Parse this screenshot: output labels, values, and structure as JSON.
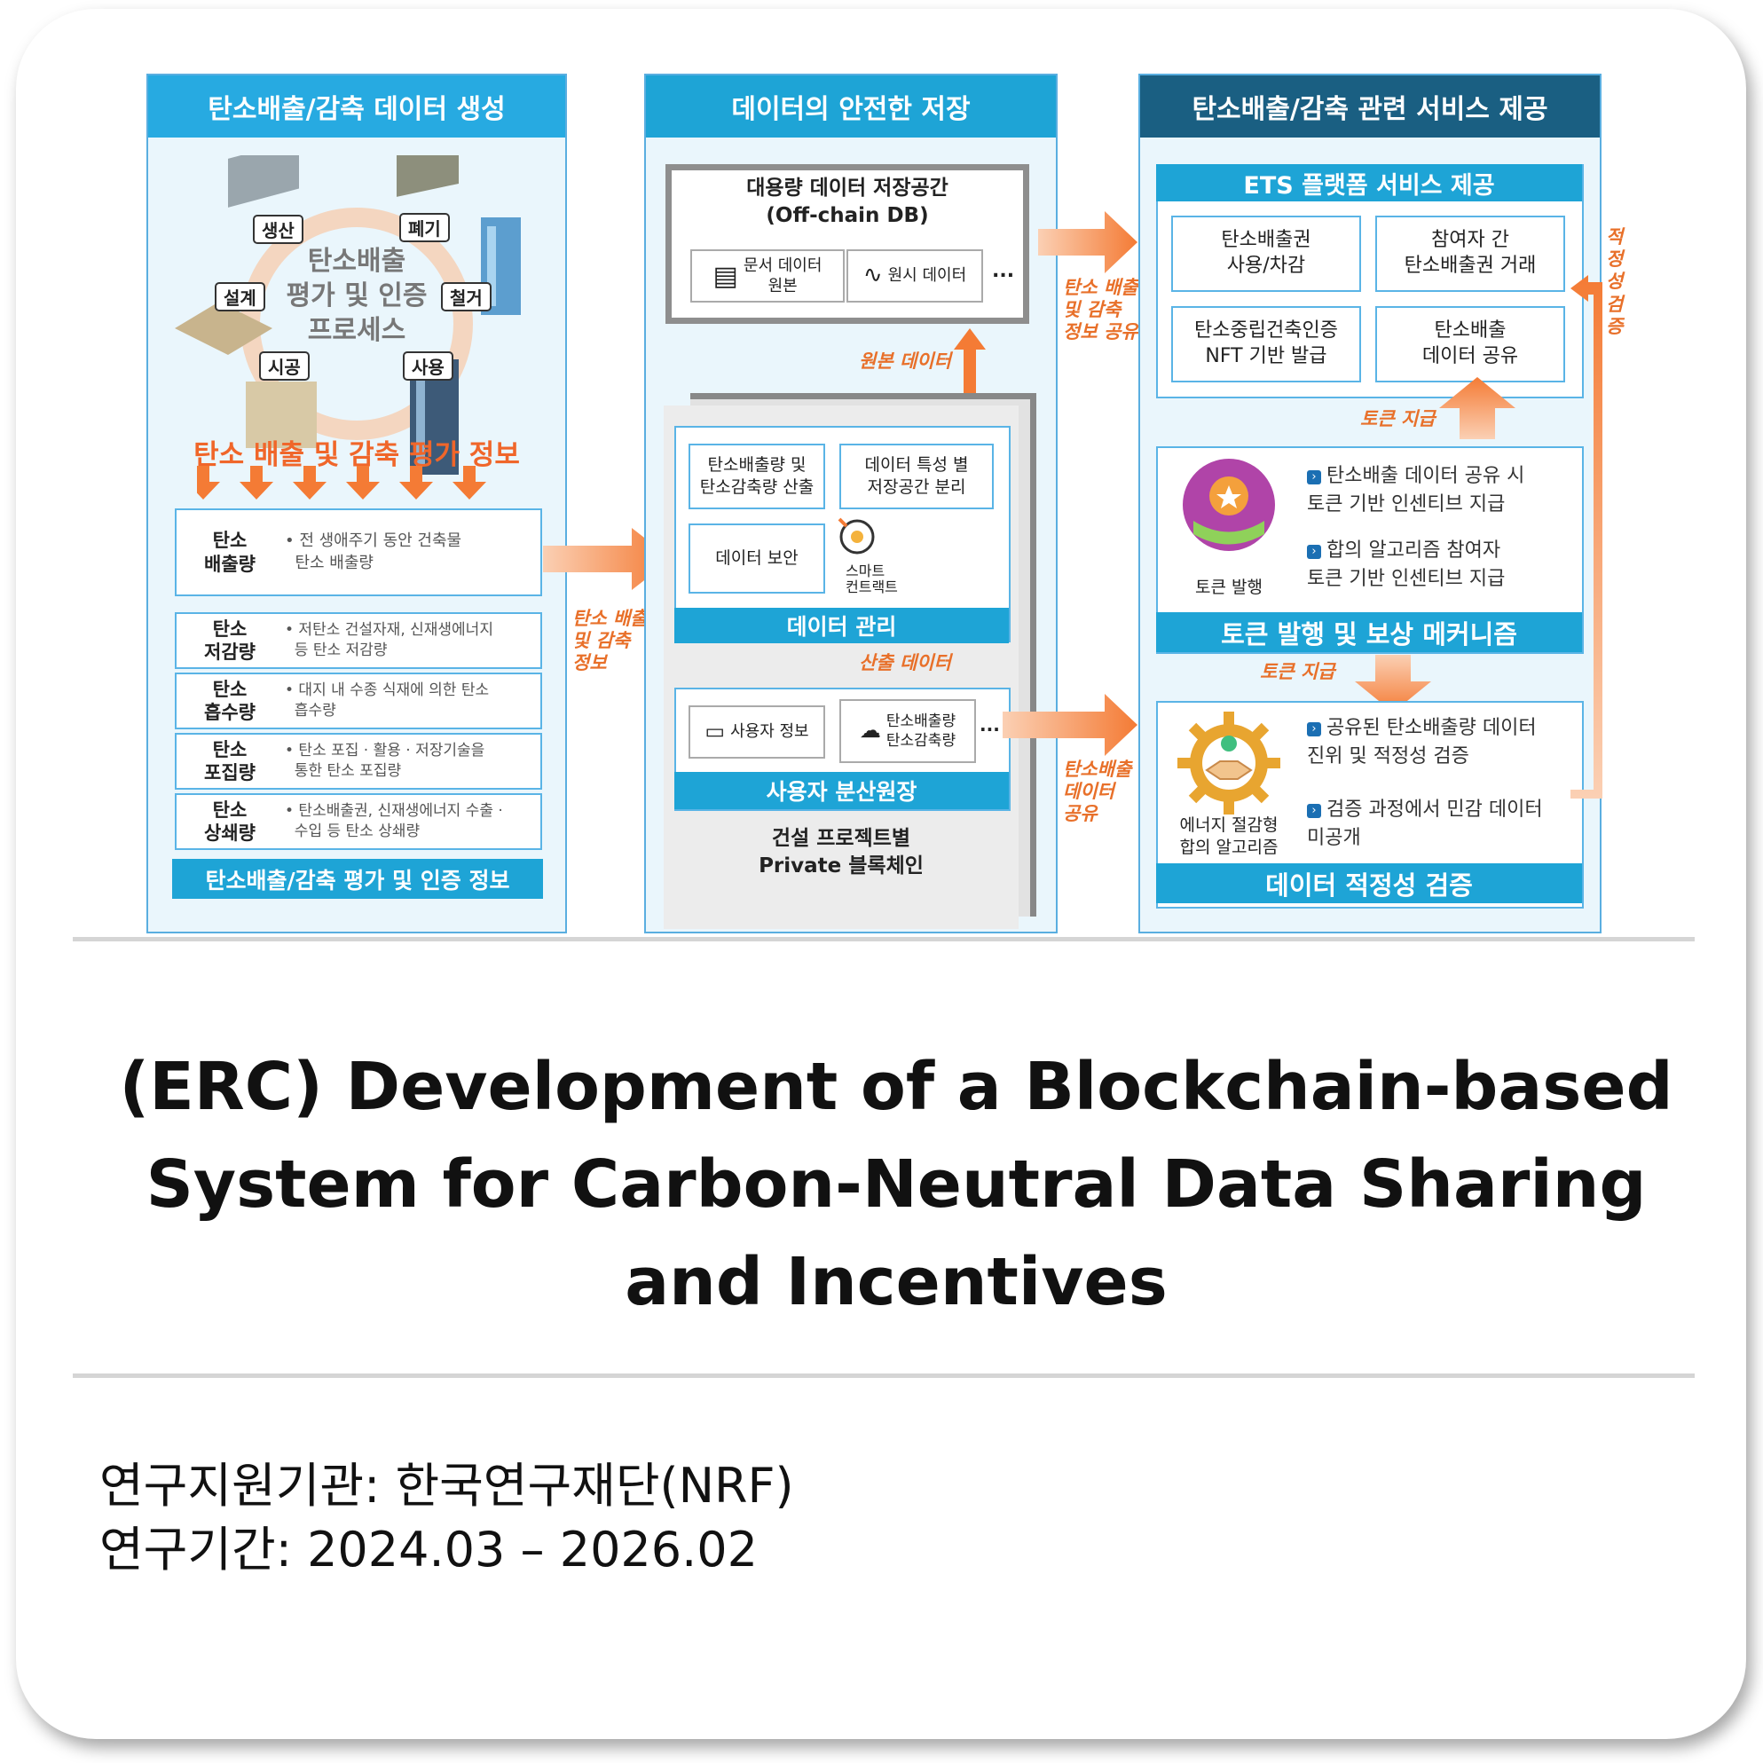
{
  "diagram": {
    "panel1": {
      "header": "탄소배출/감축 데이터 생성",
      "cycle_title": "탄소배출\n평가 및 인증\n프로세스",
      "stages": [
        "생산",
        "폐기",
        "설계",
        "철거",
        "시공",
        "사용"
      ],
      "eval_info": "탄소 배출 및 감축 평가 정보",
      "rows": [
        {
          "key": "탄소\n배출량",
          "desc": "• 전 생애주기 동안 건축물\n  탄소 배출량"
        },
        {
          "key": "탄소\n저감량",
          "desc": "• 저탄소 건설자재, 신재생에너지\n  등 탄소 저감량"
        },
        {
          "key": "탄소\n흡수량",
          "desc": "• 대지 내 수종 식재에 의한 탄소\n  흡수량"
        },
        {
          "key": "탄소\n포집량",
          "desc": "• 탄소 포집 · 활용 · 저장기술을\n  통한 탄소 포집량"
        },
        {
          "key": "탄소\n상쇄량",
          "desc": "• 탄소배출권, 신재생에너지 수출 ·\n  수입 등 탄소 상쇄량"
        }
      ],
      "footer": "탄소배출/감축 평가 및 인증 정보"
    },
    "arrow1_label": "탄소 배출\n및 감축\n정보",
    "panel2": {
      "header": "데이터의 안전한 저장",
      "offchain_title": "대용량 데이터 저장공간\n(Off-chain DB)",
      "doc_label": "문서 데이터\n원본",
      "raw_label": "원시 데이터",
      "ellipsis": "...",
      "original_data": "원본 데이터",
      "calc_box": "탄소배출량 및\n탄소감축량 산출",
      "split_box": "데이터 특성 별\n저장공간 분리",
      "security_box": "데이터 보안",
      "smart_contract": "스마트\n컨트랙트",
      "data_mgmt": "데이터 관리",
      "calc_data": "산출 데이터",
      "user_info": "사용자 정보",
      "co2_label": "탄소배출량\n탄소감축량",
      "ledger": "사용자 분산원장",
      "chain": "건설 프로젝트별\nPrivate 블록체인"
    },
    "arrow2_label": "탄소 배출\n및 감축\n정보 공유",
    "arrow3_label": "탄소배출\n데이터\n공유",
    "panel3": {
      "header": "탄소배출/감축 관련 서비스 제공",
      "ets_title": "ETS 플랫폼 서비스 제공",
      "services": [
        "탄소배출권\n사용/차감",
        "참여자 간\n탄소배출권 거래",
        "탄소중립건축인증\nNFT 기반 발급",
        "탄소배출\n데이터 공유"
      ],
      "verify_note": "적정성\n검증",
      "token_pay1": "토큰 지급",
      "token_issue": "토큰 발행",
      "token_bullets": [
        "탄소배출 데이터 공유 시\n토큰 기반 인센티브 지급",
        "합의 알고리즘 참여자\n토큰 기반 인센티브 지급"
      ],
      "token_bar": "토큰 발행 및 보상 메커니즘",
      "token_pay2": "토큰 지급",
      "consensus": "에너지 절감형\n합의 알고리즘",
      "verify_bullets": [
        "공유된 탄소배출량 데이터\n진위 및 적정성 검증",
        "검증 과정에서 민감 데이터\n미공개"
      ],
      "verify_bar": "데이터 적정성 검증"
    }
  },
  "title": "(ERC) Development of a Blockchain-based System for Carbon-Neutral Data Sharing and Incentives",
  "funding": "연구지원기관: 한국연구재단(NRF)",
  "period": "연구기간: 2024.03 – 2026.02",
  "colors": {
    "blue1": "#27aae1",
    "blue2": "#1ea4d6",
    "navy": "#1a5f82",
    "orange": "#f47b35",
    "darkbar": "#1f79b4"
  }
}
